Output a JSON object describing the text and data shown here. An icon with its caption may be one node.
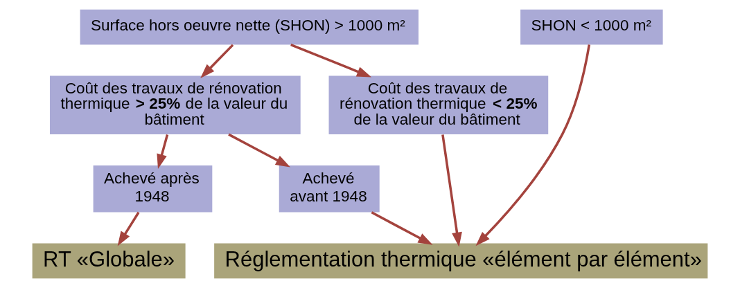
{
  "diagram": {
    "nodes": [
      {
        "text": [
          "Surface hors oeuvre nette (SHON) > 1000 m²"
        ]
      },
      {
        "text": [
          "SHON < 1000 m²"
        ]
      },
      {
        "text": [
          "Coût des travaux de rénovation thermique **> 25%** de la valeur du bâtiment"
        ]
      },
      {
        "text": [
          "Coût des travaux de rénovation thermique **< 25%** de la valeur du bâtiment"
        ]
      },
      {
        "text": [
          "Achevé après 1948"
        ]
      },
      {
        "text": [
          "Achevé avant 1948"
        ]
      },
      {
        "text": [
          "RT «Globale»"
        ]
      },
      {
        "text": [
          "Réglementation thermique «élément par élément»"
        ]
      }
    ],
    "edges": [
      {
        "from": 0,
        "to": 2,
        "arrow": "to"
      },
      {
        "from": 0,
        "to": 3,
        "arrow": "to"
      },
      {
        "from": 2,
        "to": 4,
        "arrow": "to"
      },
      {
        "from": 2,
        "to": 5,
        "arrow": "to"
      },
      {
        "from": 4,
        "to": 6,
        "arrow": "to"
      },
      {
        "from": 5,
        "to": 7,
        "arrow": "to"
      },
      {
        "from": 3,
        "to": 7,
        "arrow": "to"
      },
      {
        "from": 1,
        "to": 7,
        "arrow": "to"
      }
    ]
  }
}
